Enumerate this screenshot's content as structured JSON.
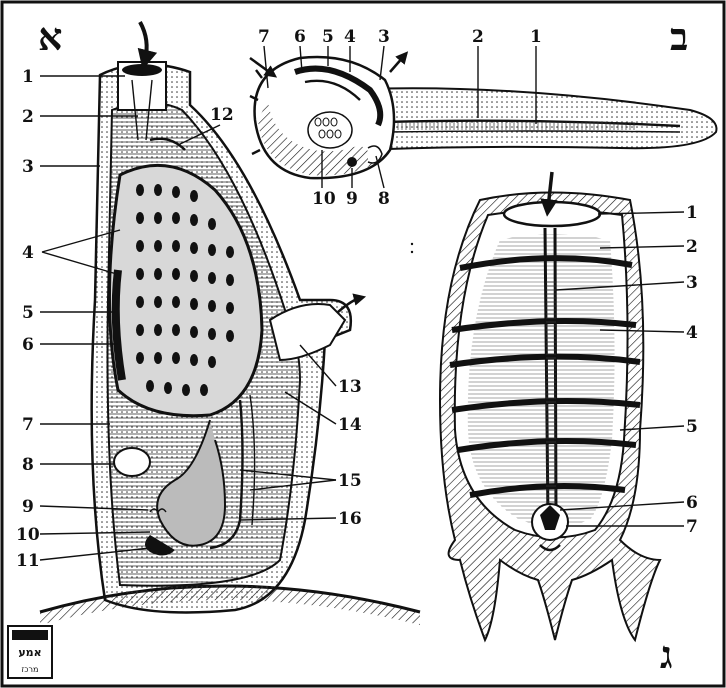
{
  "panels": {
    "alef": {
      "letter": "א",
      "labels": [
        "1",
        "2",
        "3",
        "4",
        "5",
        "6",
        "7",
        "8",
        "9",
        "10",
        "11",
        "12",
        "13",
        "14",
        "15",
        "16"
      ]
    },
    "bet": {
      "letter": "ב",
      "labels": [
        "7",
        "6",
        "5",
        "4",
        "3",
        "2",
        "1",
        "10",
        "9",
        "8"
      ]
    },
    "gimel": {
      "letter": "ג",
      "labels": [
        "1",
        "2",
        "3",
        "4",
        "5",
        "6",
        "7"
      ]
    }
  },
  "logo": {
    "text_top": "אמע",
    "text_bottom": "מרכז"
  },
  "colors": {
    "ink": "#111111",
    "paper": "#ffffff",
    "gray": "#cfcfcf"
  }
}
